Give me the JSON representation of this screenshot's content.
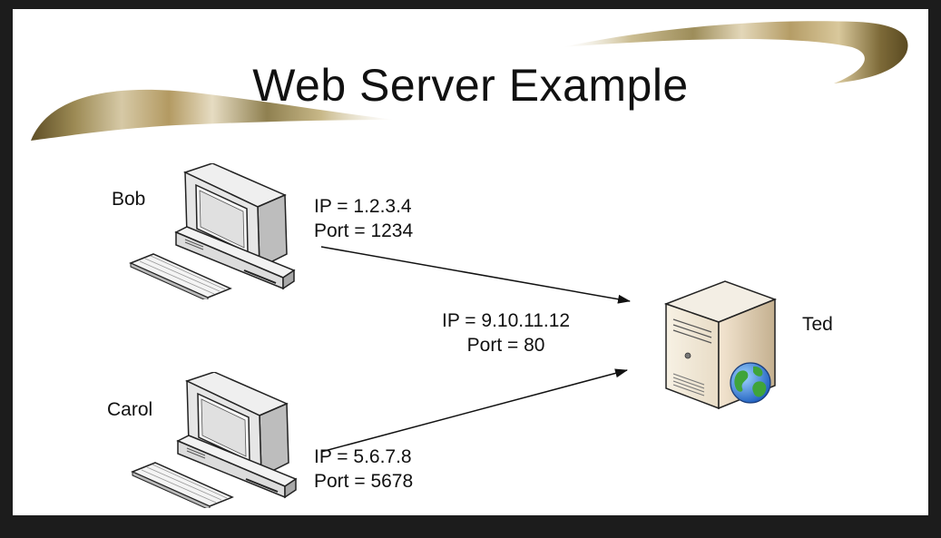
{
  "slide": {
    "title": "Web Server Example"
  },
  "nodes": {
    "bob": {
      "name": "Bob",
      "ip": "IP = 1.2.3.4",
      "port": "Port = 1234"
    },
    "carol": {
      "name": "Carol",
      "ip": "IP = 5.6.7.8",
      "port": "Port = 5678"
    },
    "ted": {
      "name": "Ted",
      "ip": "IP = 9.10.11.12",
      "port": "Port = 80"
    }
  },
  "icons": {
    "client": "desktop-computer-icon",
    "server": "tower-server-icon",
    "globe": "globe-icon"
  },
  "colors": {
    "background": "#ffffff",
    "frame": "#1c1c1c",
    "text": "#111111",
    "swoosh": [
      "#6b5a2e",
      "#a9945c",
      "#d8c8a0",
      "#c9b07a",
      "#8c7a4a"
    ]
  }
}
